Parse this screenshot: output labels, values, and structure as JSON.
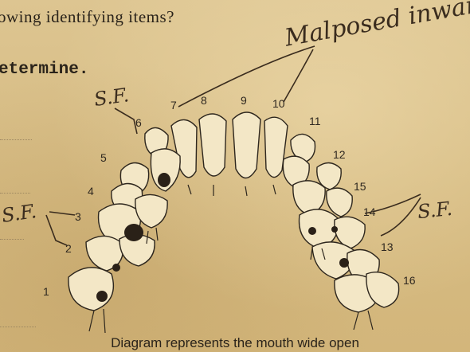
{
  "document": {
    "question_fragment": "owing identifying items?",
    "determine_fragment": "etermine.",
    "handwritten_note": "Malposed inward",
    "sf_labels": [
      "S.F.",
      "S.F.",
      "S.F."
    ],
    "tooth_numbers": [
      "1",
      "2",
      "3",
      "4",
      "5",
      "6",
      "7",
      "8",
      "9",
      "10",
      "11",
      "12",
      "13",
      "14",
      "15",
      "16"
    ],
    "caption": "Diagram represents the mouth wide open"
  }
}
